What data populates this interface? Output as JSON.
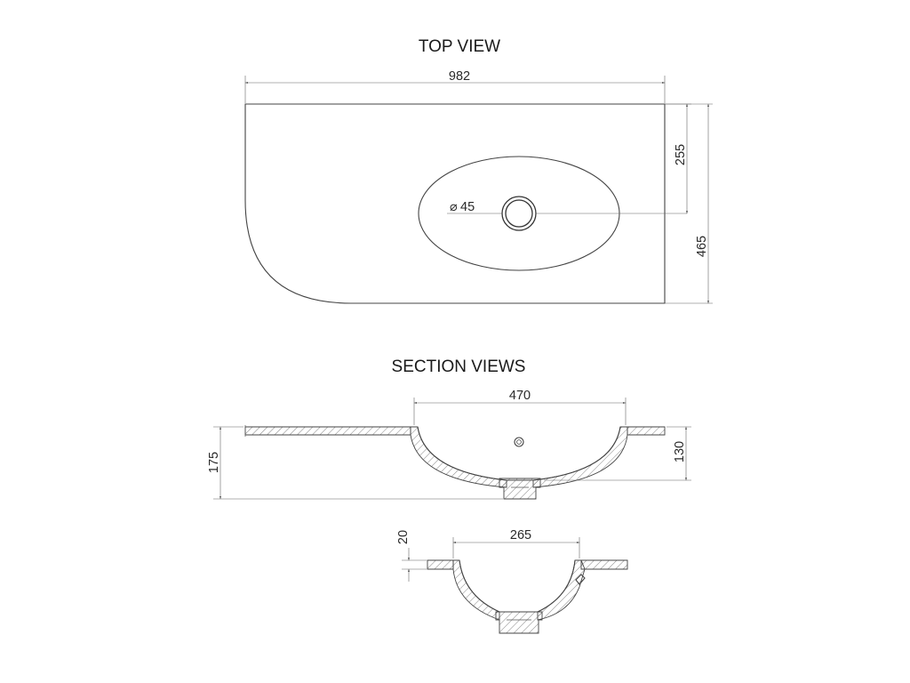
{
  "titles": {
    "top_view": "TOP VIEW",
    "section_views": "SECTION VIEWS"
  },
  "dimensions": {
    "overall_width": "982",
    "overall_depth": "465",
    "drain_offset": "255",
    "drain_diameter": "45",
    "diameter_symbol": "⌀",
    "bowl_length": "470",
    "total_height": "175",
    "bowl_depth": "130",
    "bowl_width": "265",
    "rim_thickness": "20"
  }
}
